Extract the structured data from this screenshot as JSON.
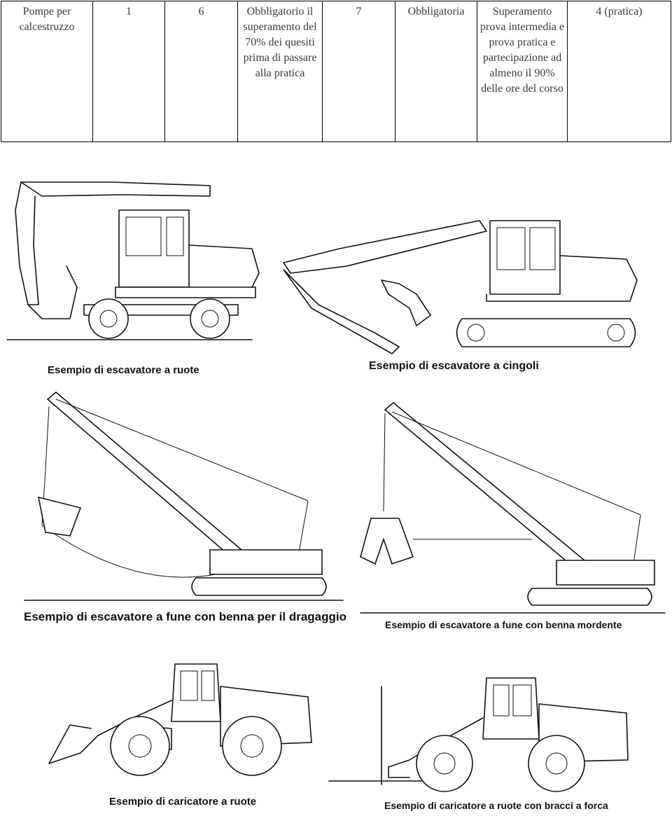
{
  "table": {
    "row": [
      "Pompe per calcestruzzo",
      "1",
      "6",
      "Obbligatorio il superamento del 70% dei quesiti prima di passare alla pratica",
      "7",
      "Obbligatoria",
      "Superamento prova intermedia e prova pratica e partecipazione ad almeno il 90% delle ore del corso",
      "4 (pratica)"
    ]
  },
  "figures": {
    "wheeled_excavator": "Esempio di escavatore a ruote",
    "crawler_excavator": "Esempio di escavatore a cingoli",
    "dragline_excavator": "Esempio di escavatore a fune con benna per il dragaggio",
    "clamshell_excavator": "Esempio di escavatore a fune con benna mordente",
    "wheel_loader": "Esempio di caricatore a ruote",
    "forklift_loader": "Esempio di caricatore a ruote con bracci a forca"
  }
}
